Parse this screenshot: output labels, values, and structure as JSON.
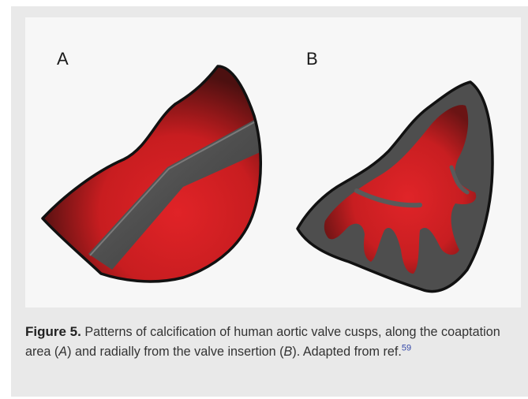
{
  "figure": {
    "panels": [
      {
        "label": "A",
        "pattern": "coaptation band"
      },
      {
        "label": "B",
        "pattern": "radial from insertion"
      }
    ],
    "colors": {
      "tissue": "#d01c1e",
      "tissue_dark": "#4a0f0f",
      "calcification": "#555555",
      "outline": "#111111",
      "frame": "#e9e9e9"
    }
  },
  "caption": {
    "figure_label": "Figure 5.",
    "text_1": " Patterns of calcification of human aortic valve cusps, along the coaptation area (",
    "italic_a": "A",
    "text_2": ") and radially from the valve insertion (",
    "italic_b": "B",
    "text_3": "). Adapted from ref.",
    "ref_number": "59"
  }
}
